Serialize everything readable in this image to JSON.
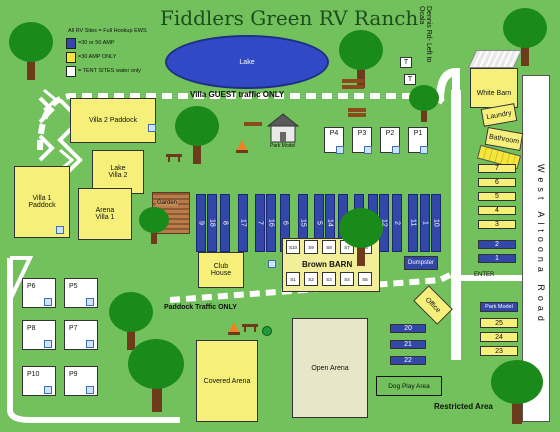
{
  "title": "Fiddlers Green RV Ranch",
  "legend": {
    "heading": "All RV Sites = Full Hookup EWS",
    "items": [
      {
        "color": "#3347a8",
        "text": "=30 or 50 AMP"
      },
      {
        "color": "#f6e53b",
        "text": "=30 AMP ONLY"
      },
      {
        "color": "#ffffff",
        "text": "= TENT SITES water only"
      }
    ]
  },
  "areas": {
    "lake": "Lake",
    "villa2_paddock": "Villa 2  Paddock",
    "lake_villa2": "Lake\nVilla 2",
    "villa1_paddock": "Villa 1\nPaddock",
    "arena_villa1": "Arena\nVilla 1",
    "garden": "Garden",
    "park_model": "Park Model",
    "club_house": "Club\nHouse",
    "brown_barn": "Brown BARN",
    "dumpster": "Dumpster",
    "office": "Office",
    "white_barn": "White Barn",
    "laundry": "Laundry",
    "bathroom": "Bathroom",
    "covered_arena": "Covered Arena",
    "open_arena": "Open Arena",
    "dog_play_area": "Dog Play Area",
    "restricted_area": "Restricted Area"
  },
  "signs": {
    "villa_guest": "Villa GUEST traffic ONLY",
    "paddock_traffic": "Paddock Traffic ONLY",
    "enter": "ENTER",
    "dennis_rd": "Dennis Rd- Left to Ocala",
    "west_altoona": "West Altoona Road"
  },
  "tent_small": [
    "T",
    "T"
  ],
  "p_top": [
    "P4",
    "P3",
    "P2",
    "P1"
  ],
  "p_left": [
    [
      "P6",
      "P5"
    ],
    [
      "P8",
      "P7"
    ],
    [
      "P10",
      "P9"
    ]
  ],
  "blue_rows": [
    "9",
    "18",
    "8",
    "17",
    "7",
    "16",
    "6",
    "15",
    "5",
    "14",
    "4",
    "13",
    "3",
    "12",
    "2",
    "11",
    "1",
    "10"
  ],
  "barn_top": [
    "S10",
    "S9",
    "S8",
    "S7",
    "S6"
  ],
  "barn_bottom": [
    "S1",
    "S2",
    "S3",
    "S4",
    "S5"
  ],
  "right_yellow": [
    "7",
    "6",
    "5",
    "4",
    "3"
  ],
  "right_blue": [
    "2",
    "1"
  ],
  "right_lower": [
    "Park Model",
    "25",
    "24",
    "23"
  ],
  "bottom_blue": [
    "20",
    "21",
    "22"
  ]
}
